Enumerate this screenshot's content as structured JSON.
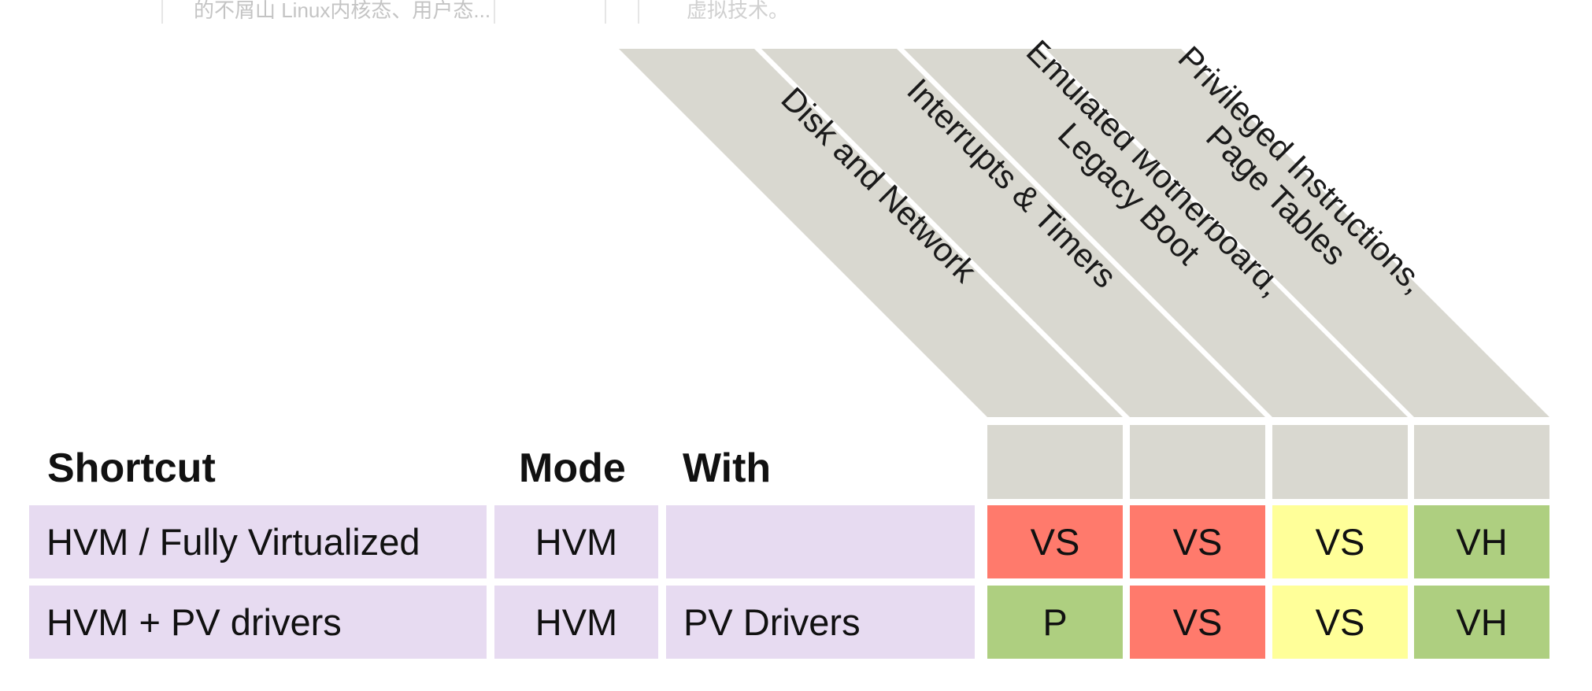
{
  "background": {
    "snippet_left": "的不屑山 Linux内核态、用户态...",
    "snippet_right": "虚拟技术。"
  },
  "diagram": {
    "columns": {
      "shortcut": "Shortcut",
      "mode": "Mode",
      "with": "With"
    },
    "feature_headers": [
      {
        "lines": [
          "Disk and Network"
        ]
      },
      {
        "lines": [
          "Interrupts & Timers"
        ]
      },
      {
        "lines": [
          "Emulated Motherboard,",
          "Legacy Boot"
        ]
      },
      {
        "lines": [
          "Privileged Instructions,",
          "Page Tables"
        ]
      }
    ],
    "rows": [
      {
        "shortcut": "HVM / Fully Virtualized",
        "mode": "HVM",
        "with": "",
        "values": [
          "VS",
          "VS",
          "VS",
          "VH"
        ]
      },
      {
        "shortcut": "HVM + PV drivers",
        "mode": "HVM",
        "with": "PV Drivers",
        "values": [
          "P",
          "VS",
          "VS",
          "VH"
        ]
      }
    ],
    "colors": {
      "header_gray": "#d9d8d0",
      "row_lavender": "#e7dbf1",
      "VS": "#ff7a6c",
      "VH": "#aecf80",
      "P": "#aecf80",
      "VS_yellow": "#ffff99"
    }
  }
}
